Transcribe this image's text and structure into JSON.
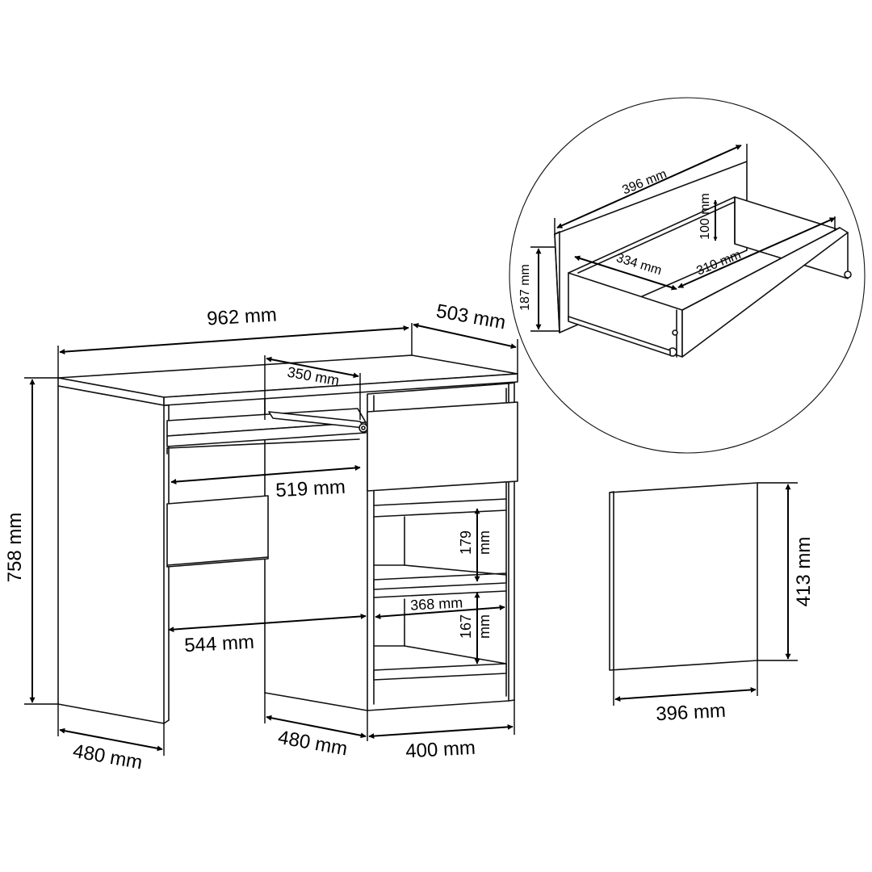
{
  "dimensions": {
    "total_width": "962 mm",
    "depth": "503 mm",
    "height": "758 mm",
    "keyboard_tray_depth": "350 mm",
    "keyboard_tray_width": "519 mm",
    "knee_space_width": "544 mm",
    "left_side_depth": "480 mm",
    "center_depth": "480 mm",
    "cabinet_width": "400 mm",
    "shelf_height_upper_value": "179",
    "shelf_height_upper_unit": "mm",
    "shelf_width": "368 mm",
    "shelf_height_lower_value": "167",
    "shelf_height_lower_unit": "mm"
  },
  "drawer_detail": {
    "front_width": "396 mm",
    "side_height": "100 mm",
    "front_height": "187 mm",
    "inner_width": "334 mm",
    "inner_depth": "310 mm"
  },
  "front_panel": {
    "height": "413 mm",
    "width": "396 mm"
  },
  "style": {
    "line_color": "#111111",
    "background": "#ffffff"
  }
}
